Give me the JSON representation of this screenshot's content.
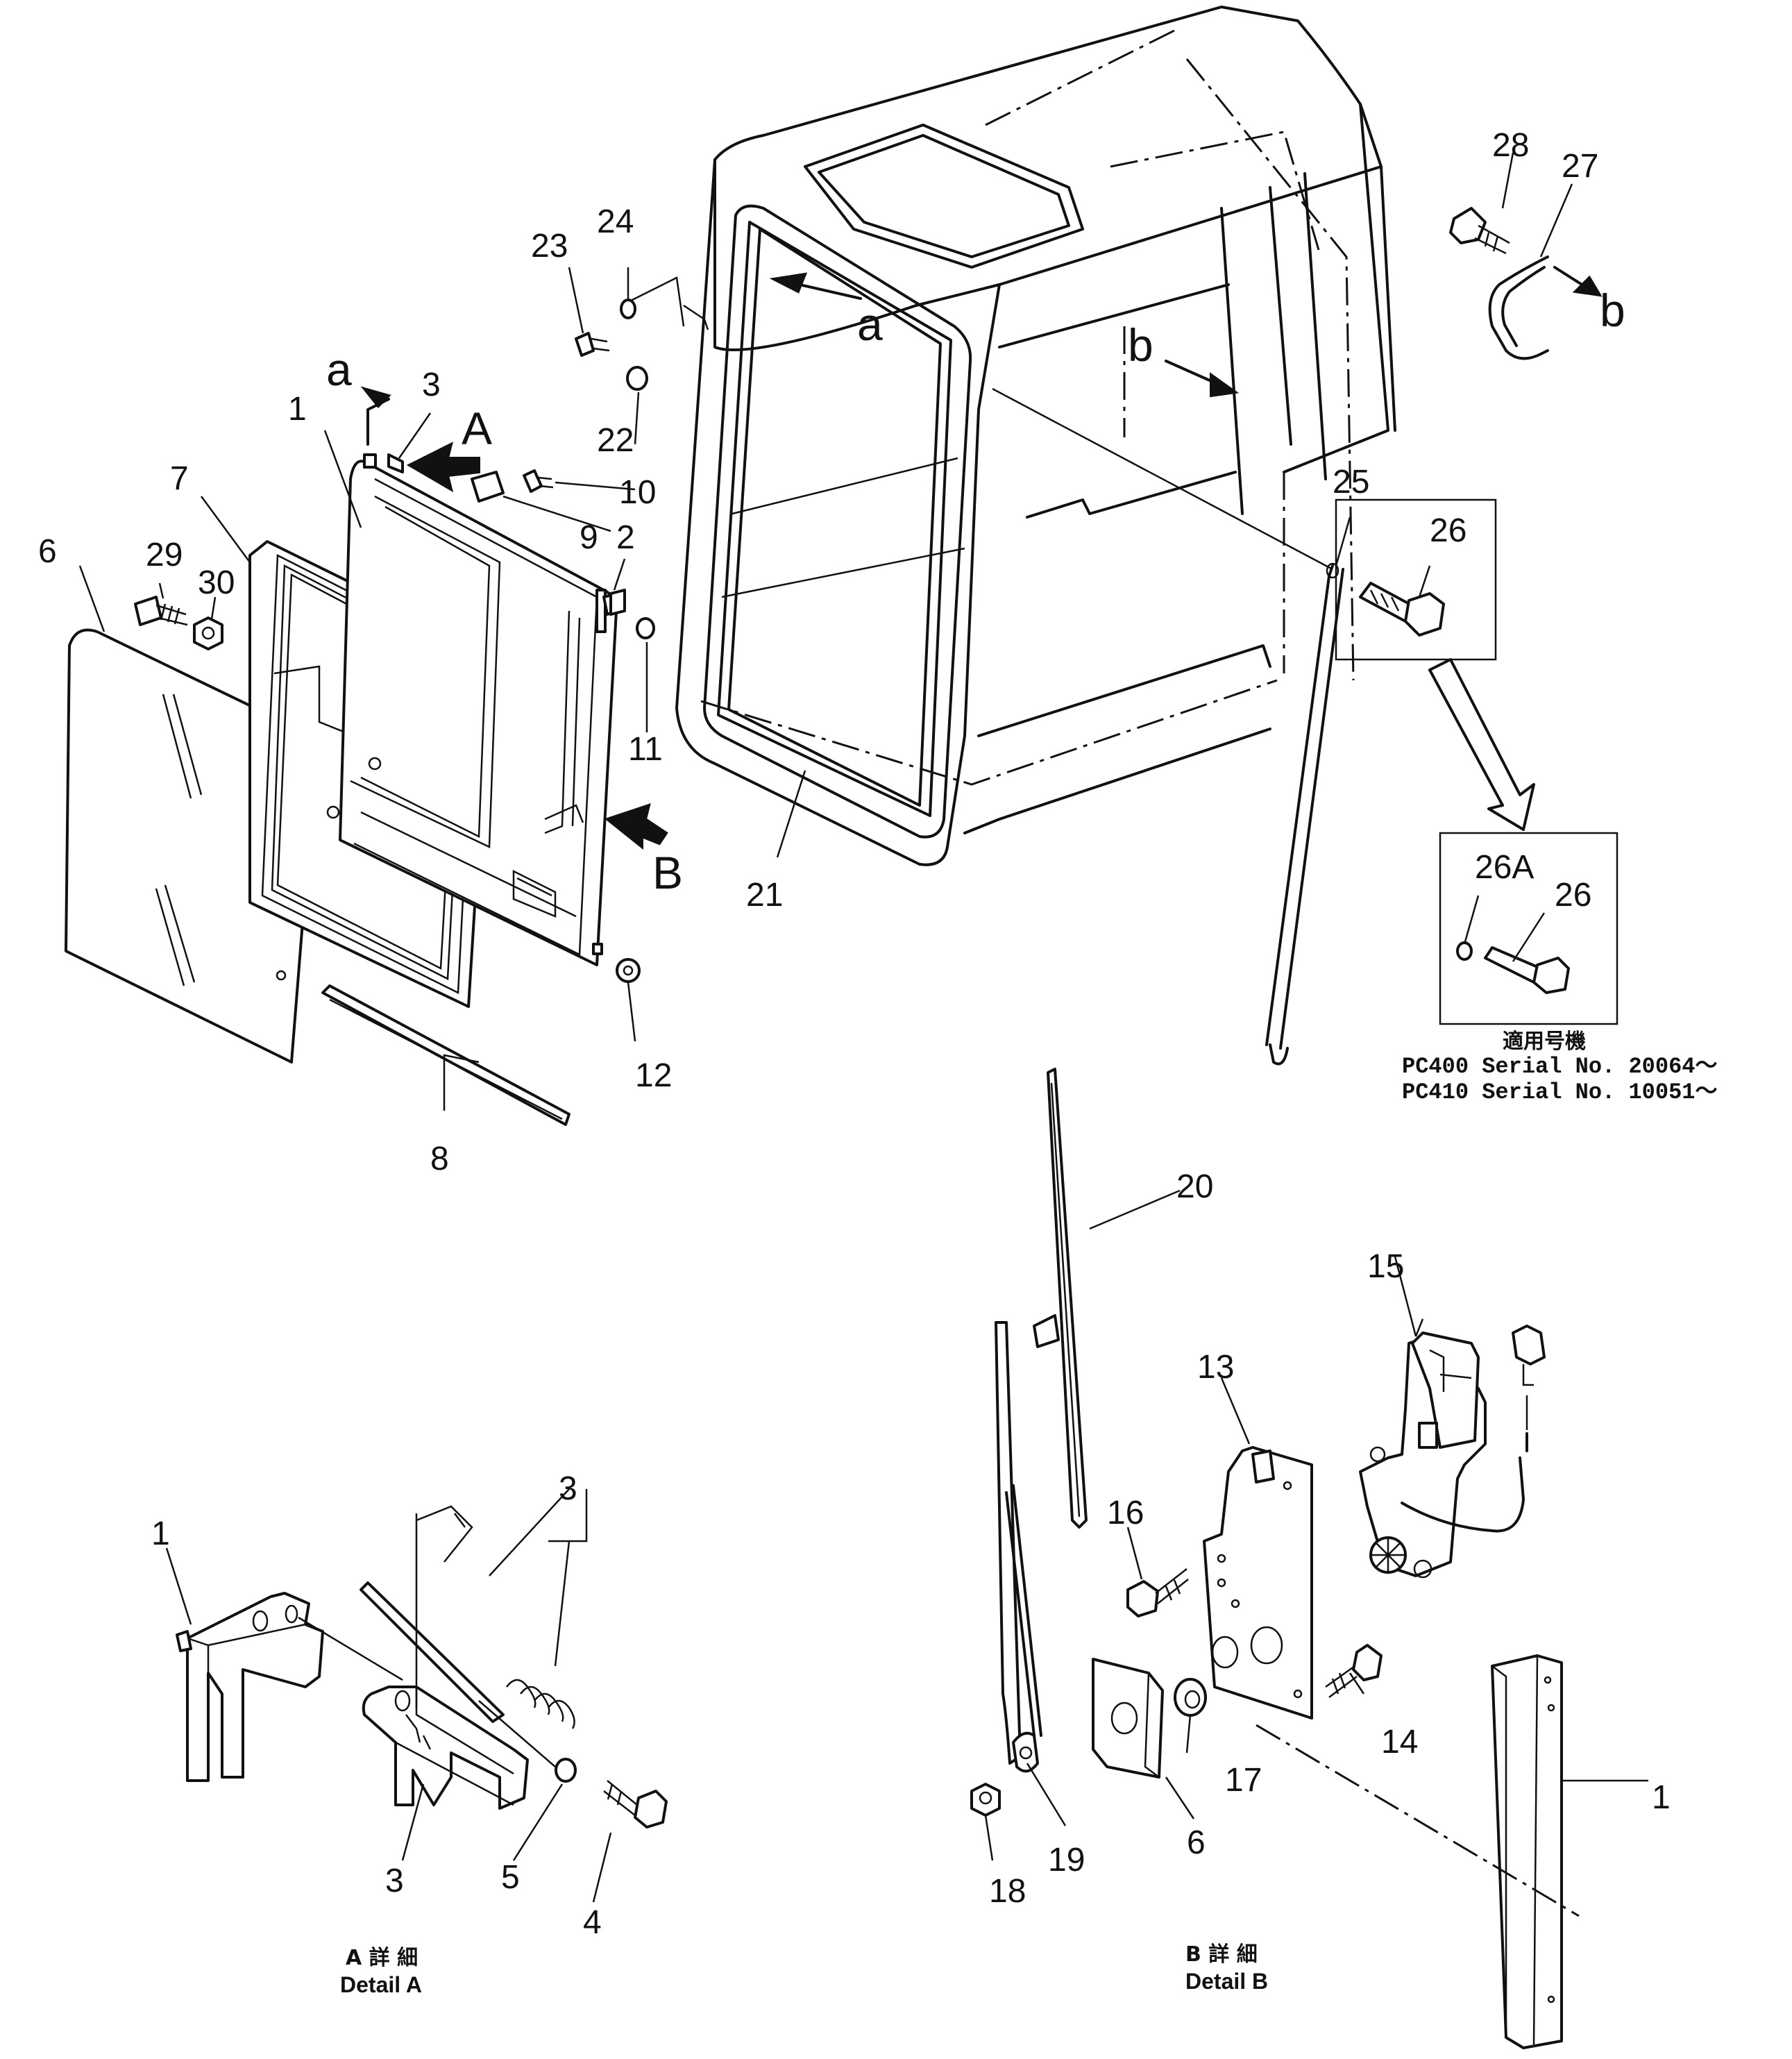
{
  "callouts": {
    "c1": "1",
    "c2": "2",
    "c3": "3",
    "c6": "6",
    "c7": "7",
    "c8": "8",
    "c9": "9",
    "c10": "10",
    "c11": "11",
    "c12": "12",
    "c21": "21",
    "c22": "22",
    "c23": "23",
    "c24": "24",
    "c25": "25",
    "c26": "26",
    "c26b": "26",
    "c26A": "26A",
    "c27": "27",
    "c28": "28",
    "c29": "29",
    "c30": "30",
    "c20": "20",
    "c15": "15",
    "c13": "13",
    "c16": "16",
    "c14": "14",
    "c17": "17",
    "c6b": "6",
    "c18": "18",
    "c19": "19",
    "c1b": "1",
    "dA1": "1",
    "dA3a": "3",
    "dA3b": "3",
    "dA5": "5",
    "dA4": "4"
  },
  "view_letters": {
    "a_top": "a",
    "a_left": "a",
    "b_cab": "b",
    "b_right": "b",
    "A": "A",
    "B": "B"
  },
  "applicability": {
    "title": "適用号機",
    "line1": "PC400  Serial  No.  20064～",
    "line2": "PC410  Serial  No.  10051～"
  },
  "detail_a": {
    "jp": "A 詳 細",
    "en": "Detail A"
  },
  "detail_b": {
    "jp": "B 詳 細",
    "en": "Detail B"
  }
}
